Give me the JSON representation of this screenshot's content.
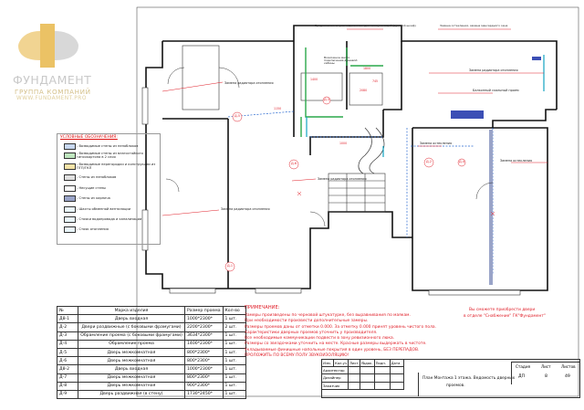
{
  "logo": {
    "brand": "ФУНДАМЕНТ",
    "subtitle": "ГРУППА КОМПАНИЙ",
    "url": "WWW.FUNDAMENT.PRO",
    "colors": {
      "gold": "#e8b74a",
      "text": "#c7c7c7"
    }
  },
  "legend": {
    "title": "УСЛОВНЫЕ ОБОЗНАЧЕНИЯ:",
    "items": [
      {
        "label": "- Возводимые стены из пеноблоков",
        "swatch": "#c8d8f0"
      },
      {
        "label": "- Возводимые стены из влагостойкого гипсокартона в 2 слоя",
        "swatch": "#bfe6bf"
      },
      {
        "label": "- Возводимые перегородки и конструкции из ПГП/ГКЛ",
        "swatch": "#f4e3a8"
      },
      {
        "label": "- Стены из пеноблоков",
        "swatch": "#e0e0e0"
      },
      {
        "label": "- Несущие стены",
        "swatch": "#ffffff"
      },
      {
        "label": "- Стены из кирпича",
        "swatch": "#9aa4c8"
      },
      {
        "label": "- Шахты обменной вентиляции",
        "swatch": "#eaf6fb"
      },
      {
        "label": "- Стояки водопровода и канализации",
        "swatch": "#eaf6fb"
      },
      {
        "label": "- Стояк отопления",
        "swatch": "#eaf6fb"
      }
    ]
  },
  "plan_labels": {
    "predpolag": "Предполагается размещение зон для коммуникаций (духовой шкаф)",
    "vozm_mesto": "Возможное место подключения душевой кабины",
    "zamena_sch": "Замена остекления, замена мансардного окна",
    "zamena_rad_1": "Замена радиатора отопления",
    "zamena_rad_2": "Замена радиатора отопления",
    "zamena_rad_3": "Замена радиатора отопления",
    "zamena_rad_4": "Замена радиатора отопления",
    "zamena_osteklen_1": "Замена остекления",
    "zamena_osteklen_2": "Замена остекления",
    "balkon": "Балконный скальный проем",
    "dims": [
      "1800",
      "1400",
      "2080",
      "745",
      "1150",
      "1000"
    ],
    "door_tags": [
      "Д-5",
      "Д-1",
      "Д-6",
      "Д-2",
      "Д-3",
      "Д-4"
    ]
  },
  "spec_table": {
    "headers": [
      "№",
      "Марка изделия",
      "Размер проема",
      "Кол-во"
    ],
    "rows": [
      [
        "Д8-1",
        "Дверь входная",
        "1000*2300*",
        "1 шт."
      ],
      [
        "Д-2",
        "Двери раздвижные (с боковыми фрамугами)",
        "2200*2300*",
        "2 шт."
      ],
      [
        "Д-3",
        "Обрамление проема (с боковыми фрамугами)",
        "3634*2300*",
        "1 шт."
      ],
      [
        "Д-4",
        "Обрамление проема",
        "1400*2300*",
        "1 шт."
      ],
      [
        "Д-5",
        "Дверь межкомнатная",
        "800*2300*",
        "1 шт."
      ],
      [
        "Д-6",
        "Дверь межкомнатная",
        "800*2300*",
        "1 шт."
      ],
      [
        "Д8-2",
        "Дверь входная",
        "1000*2300*",
        "1 шт."
      ],
      [
        "Д-7",
        "Дверь межкомнатная",
        "800*2300*",
        "1 шт."
      ],
      [
        "Д-8",
        "Дверь межкомнатная",
        "900*2300*",
        "1 шт."
      ],
      [
        "Д-9",
        "Дверь раздвижная (в стену)",
        "1730*2450*",
        "1 шт."
      ]
    ]
  },
  "notes": {
    "title": "ПРИМЕЧАНИЕ:",
    "lines": [
      "Замеры произведены по черновой штукатурке, без выравнивания по маякам.",
      "При необходимости произвести дополнительные замеры.",
      "Размеры проемов даны от отметки 0.000. За отметку 0.000 принят уровень чистого пола.",
      "Характеристики дверных проемов уточнить у производителя.",
      "Все необходимые коммуникации подвести в зону ревизионного люка.",
      "Размеры со звездочками уточнить на месте. Красные размеры выдержать в чистоте.",
      "Укладываемые финишные напольные покрытия в один уровень, БЕЗ ПЕРЕПАДОВ.",
      "ПРОЛОЖИТЬ ПО ВСЕМУ ПОЛУ ЗВУКОИЗОЛЯЦИЮ!"
    ]
  },
  "purchase_note": {
    "line1": "Вы сможете приобрести двери",
    "line2": "в отделе \"Снабжение\" ГК\"Фундамент\""
  },
  "stamp": {
    "cols": [
      "Изм.",
      "Кол.уч",
      "Лист",
      "№док.",
      "Подп.",
      "Дата"
    ],
    "roles": [
      "Архитектор",
      "Дизайнер",
      "Заказчик"
    ],
    "stage_label": "Стадия",
    "sheet_label": "Лист",
    "sheets_label": "Листов",
    "stage": "ДП",
    "sheet": "8",
    "sheets": "49",
    "title_line1": "План Монтажа 1 этажа. Ведомость дверных",
    "title_line2": "проемов."
  }
}
